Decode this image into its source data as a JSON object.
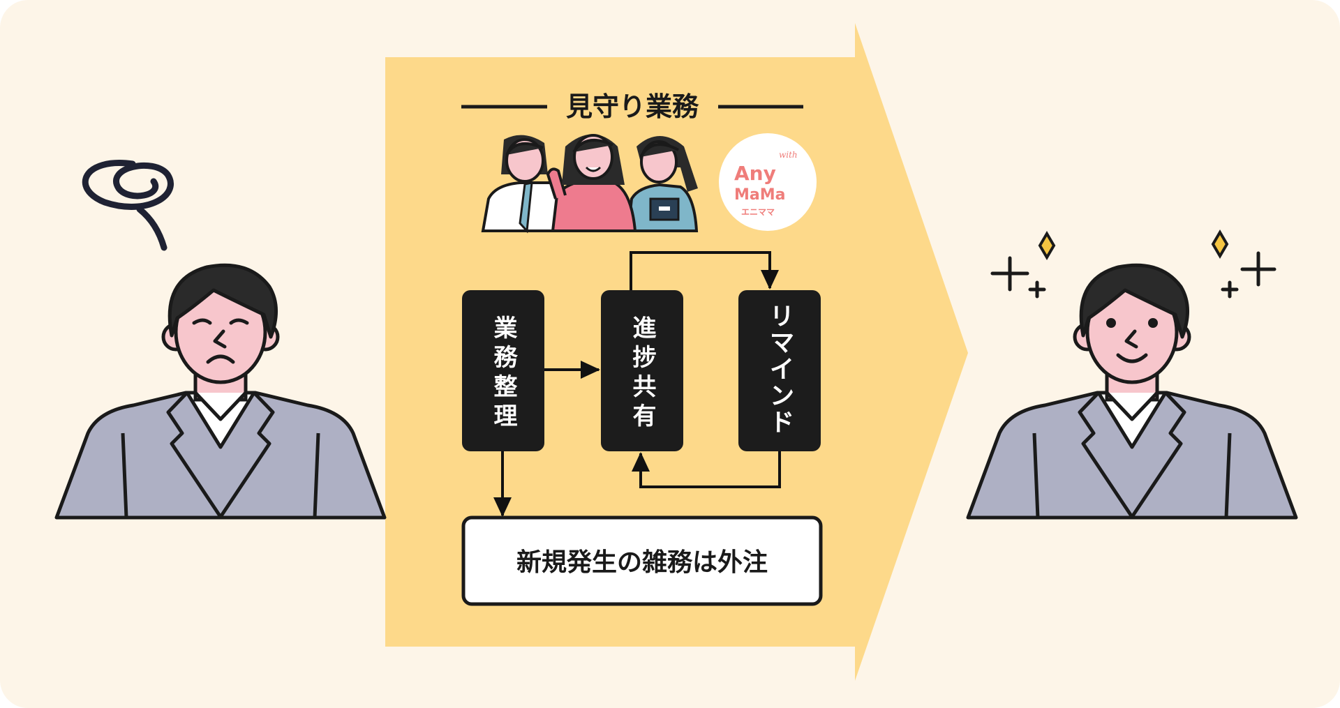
{
  "diagram": {
    "section_title": "見守り業務",
    "logo": {
      "line1": "Any",
      "script": "with",
      "line2": "MaMa",
      "katakana": "エニママ"
    },
    "boxes": [
      {
        "label": "業務整理"
      },
      {
        "label": "進捗共有"
      },
      {
        "label": "リマインド"
      }
    ],
    "bottom_box": "新規発生の雑務は外注",
    "colors": {
      "background": "#fdf5e8",
      "arrow": "#fdd98a",
      "box": "#1c1c1c",
      "suit": "#aeb0c4",
      "skin": "#f7c6cc",
      "logo": "#ef7d7a",
      "sparkle": "#f5c542"
    }
  }
}
